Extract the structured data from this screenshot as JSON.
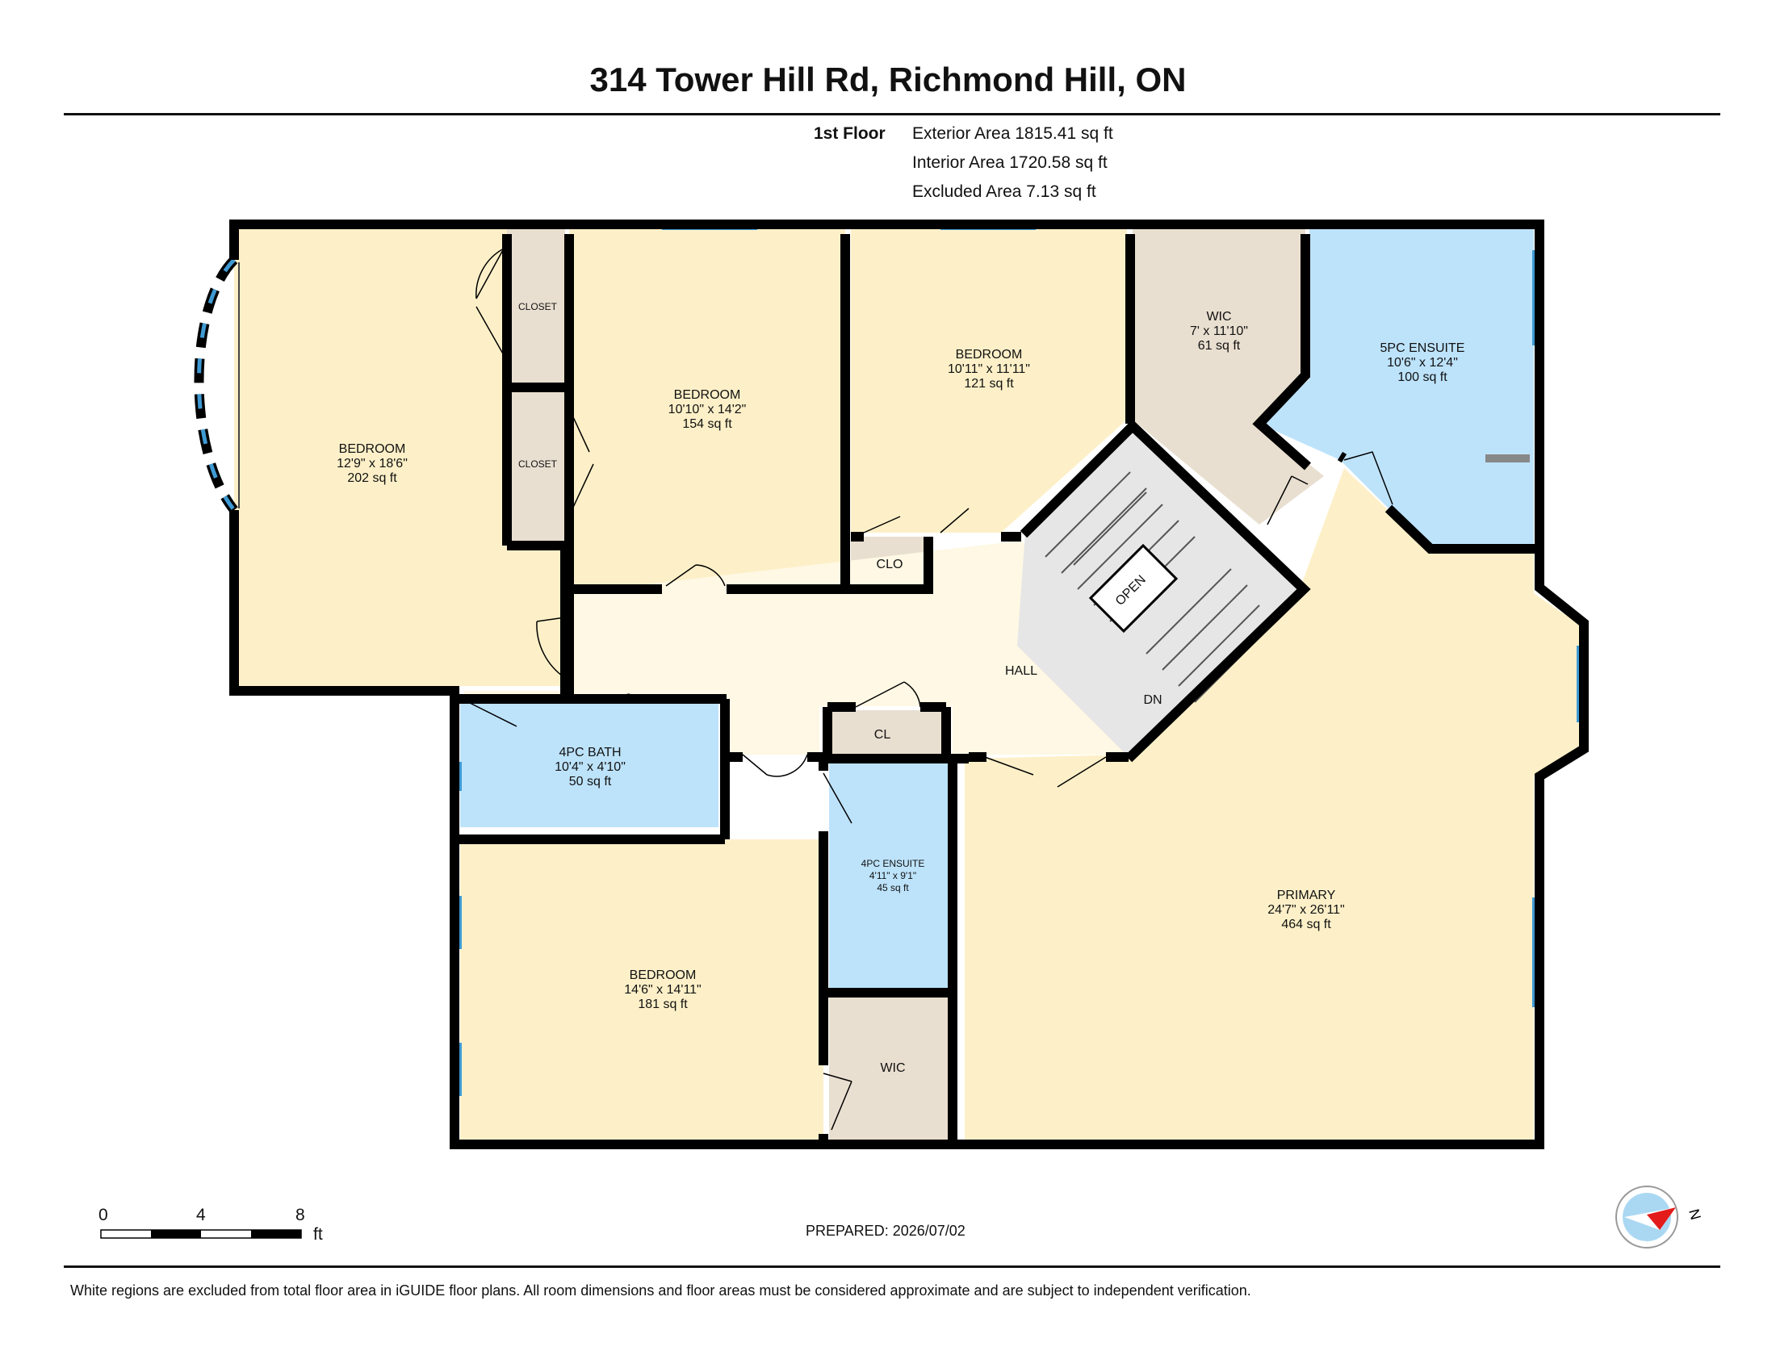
{
  "header": {
    "title": "314 Tower Hill Rd, Richmond Hill, ON",
    "floor": "1st Floor",
    "exterior_area": "Exterior Area 1815.41 sq ft",
    "interior_area": "Interior Area 1720.58 sq ft",
    "excluded_area": "Excluded Area 7.13 sq ft"
  },
  "rooms": {
    "bedroom1": {
      "name": "BEDROOM",
      "dims": "12'9\" x 18'6\"",
      "area": "202 sq ft"
    },
    "bedroom2": {
      "name": "BEDROOM",
      "dims": "10'10\" x 14'2\"",
      "area": "154 sq ft"
    },
    "bedroom3": {
      "name": "BEDROOM",
      "dims": "10'11\" x 11'11\"",
      "area": "121 sq ft"
    },
    "wic1": {
      "name": "WIC",
      "dims": "7' x 11'10\"",
      "area": "61 sq ft"
    },
    "ensuite5": {
      "name": "5PC ENSUITE",
      "dims": "10'6\" x 12'4\"",
      "area": "100 sq ft"
    },
    "closet1": {
      "name": "CLOSET"
    },
    "closet2": {
      "name": "CLOSET"
    },
    "clo": {
      "name": "CLO"
    },
    "hall": {
      "name": "HALL"
    },
    "open": {
      "name": "OPEN"
    },
    "dn": {
      "name": "DN"
    },
    "cl": {
      "name": "CL"
    },
    "bath4": {
      "name": "4PC BATH",
      "dims": "10'4\" x 4'10\"",
      "area": "50 sq ft"
    },
    "ensuite4": {
      "name": "4PC ENSUITE",
      "dims": "4'11\" x 9'1\"",
      "area": "45 sq ft"
    },
    "wic2": {
      "name": "WIC"
    },
    "bedroom4": {
      "name": "BEDROOM",
      "dims": "14'6\" x 14'11\"",
      "area": "181 sq ft"
    },
    "primary": {
      "name": "PRIMARY",
      "dims": "24'7\" x 26'11\"",
      "area": "464 sq ft"
    }
  },
  "scale": {
    "labels": [
      "0",
      "4",
      "8"
    ],
    "unit": "ft"
  },
  "compass": {
    "label": "N",
    "icon": "compass-icon"
  },
  "footer": {
    "prepared": "PREPARED: 2026/07/02",
    "disclaimer": "White regions are excluded from total floor area in iGUIDE floor plans. All room dimensions and floor areas must be considered approximate and are subject to independent verification."
  },
  "colors": {
    "bedroom": "#fdf0c8",
    "bath": "#bde3fb",
    "closet": "#e9dfd0",
    "hall": "#fef8e4",
    "wall": "#000000",
    "window": "#3f9ad3"
  }
}
